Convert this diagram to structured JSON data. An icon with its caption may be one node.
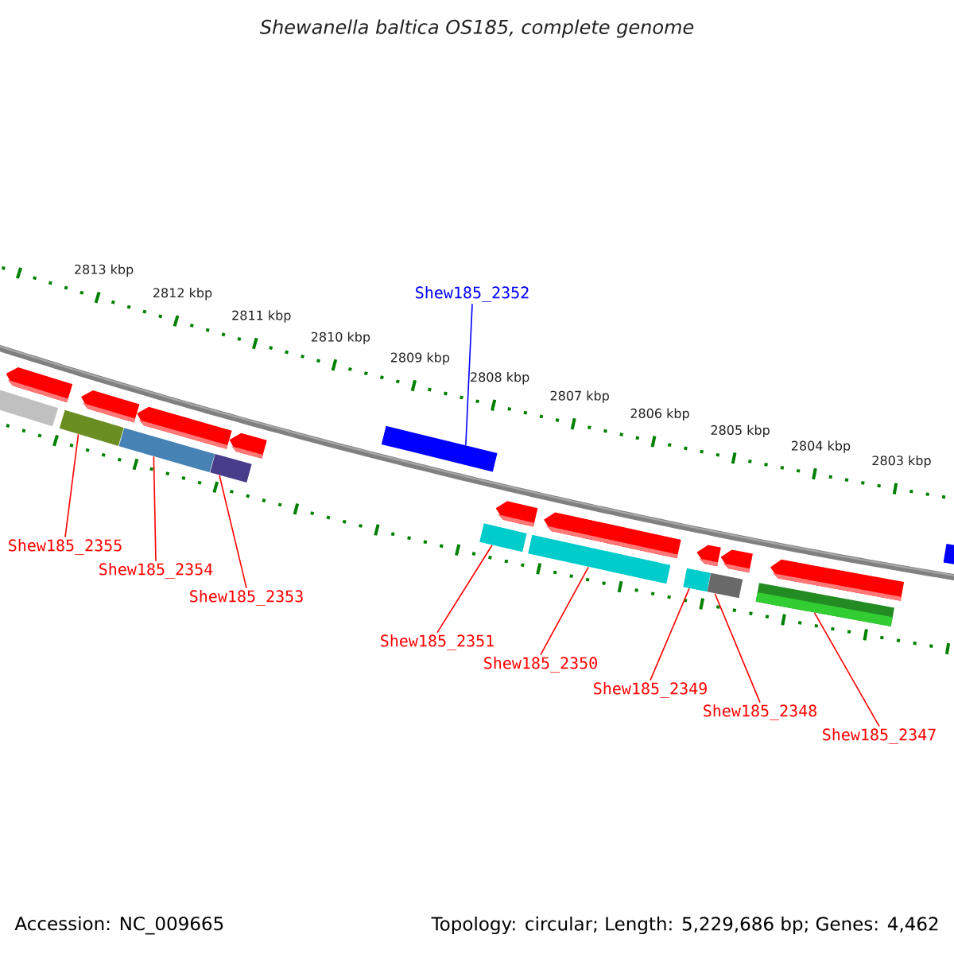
{
  "diagram": {
    "title": "Shewanella baltica OS185, complete genome",
    "nodes": [
      {
        "text": [],
        "shape": "bar"
      },
      {
        "text": [],
        "shape": "bar"
      },
      {
        "text": [],
        "shape": "bar"
      },
      {
        "text": [],
        "shape": "bar"
      },
      {
        "text": [],
        "shape": "bar"
      },
      {
        "text": [],
        "shape": "bar"
      },
      {
        "text": [],
        "shape": "bar"
      },
      {
        "text": [],
        "shape": "bar"
      },
      {
        "text": [],
        "shape": "bar"
      },
      {
        "text": [
          "Shew185_2352"
        ]
      },
      {
        "text": [
          "Shew185_2355"
        ]
      },
      {
        "text": [
          "Shew185_2354"
        ]
      },
      {
        "text": [
          "Shew185_2353"
        ]
      },
      {
        "text": [
          "Shew185_2351"
        ]
      },
      {
        "text": [
          "Shew185_2350"
        ]
      },
      {
        "text": [
          "Shew185_2349"
        ]
      },
      {
        "text": [
          "Shew185_2348"
        ]
      },
      {
        "text": [
          "Shew185_2347"
        ]
      }
    ],
    "edges": [
      {
        "from": 9,
        "to": 3,
        "arrow": "none",
        "color": "#0000ff"
      },
      {
        "from": 10,
        "to": 0,
        "arrow": "none"
      },
      {
        "from": 11,
        "to": 1,
        "arrow": "none"
      },
      {
        "from": 12,
        "to": 2,
        "arrow": "none"
      },
      {
        "from": 13,
        "to": 4,
        "arrow": "none"
      },
      {
        "from": 14,
        "to": 5,
        "arrow": "none"
      },
      {
        "from": 15,
        "to": 6,
        "arrow": "none"
      },
      {
        "from": 16,
        "to": 7,
        "arrow": "none"
      },
      {
        "from": 17,
        "to": 8,
        "arrow": "none"
      }
    ],
    "labels": [
      "2813 kbp",
      "2812 kbp",
      "2811 kbp",
      "2810 kbp",
      "2809 kbp",
      "2808 kbp",
      "2807 kbp",
      "2806 kbp",
      "2805 kbp",
      "2804 kbp",
      "2803 kbp",
      "Accession: NC_009665",
      "Topology: circular; Length: 5,229,686 bp; Genes: 4,462"
    ]
  }
}
